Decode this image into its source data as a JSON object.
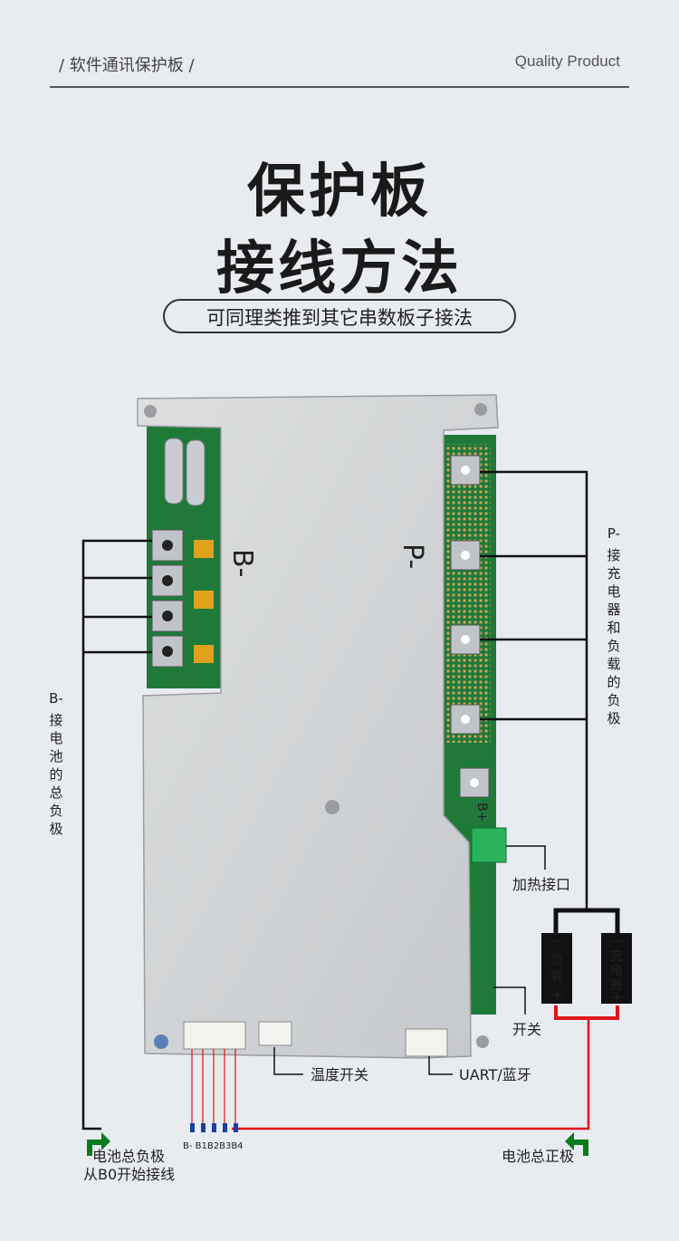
{
  "header": {
    "left_text": "/  软件通讯保护板  /",
    "right_text": "Quality Product"
  },
  "title": {
    "line1": "保护板",
    "line2": "接线方法"
  },
  "subtitle": "可同理类推到其它串数板子接法",
  "board": {
    "b_minus_mark": "B-",
    "p_minus_mark": "P-",
    "b_plus_mark": "B+"
  },
  "labels": {
    "left_vertical": [
      "B-",
      "接",
      "电",
      "池",
      "的",
      "总",
      "负",
      "极"
    ],
    "right_vertical": [
      "P-",
      "接",
      "充",
      "电",
      "器",
      "和",
      "负",
      "载",
      "的",
      "负",
      "极"
    ],
    "heating": "加热接口",
    "switch": "开关",
    "temp_switch": "温度开关",
    "uart": "UART/蓝牙",
    "load_box": [
      "负",
      "载"
    ],
    "charger_box": [
      "充",
      "电",
      "器"
    ],
    "minus_sign": "一",
    "plus_sign": "+",
    "connector_pins": "B-  B1B2B3B4",
    "bottom_left_line1": "电池总负极",
    "bottom_left_line2": "从B0开始接线",
    "bottom_right": "电池总正极"
  },
  "colors": {
    "pcb_green": "#1f7a3a",
    "plate": "#d4d6d8",
    "wire_black": "#111111",
    "wire_red": "#e0141c",
    "arrow_green": "#0a7a1e"
  }
}
